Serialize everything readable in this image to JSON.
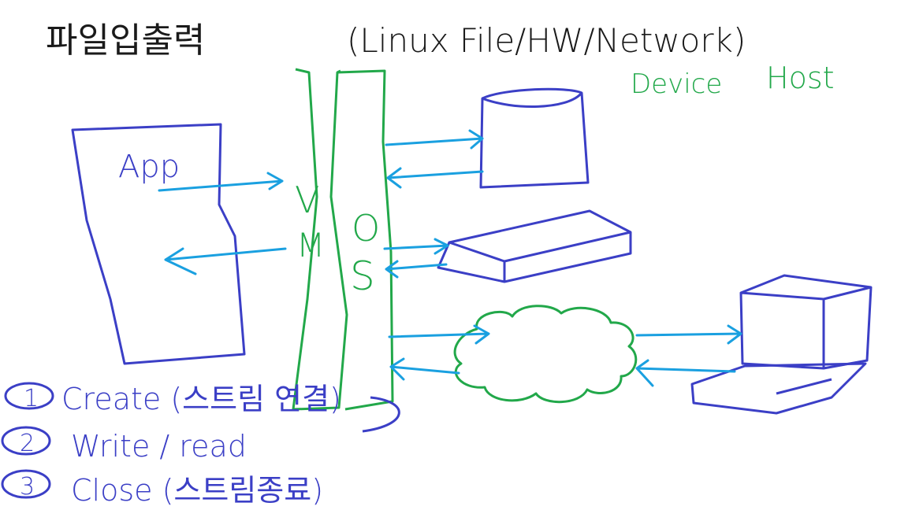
{
  "title": "파일입출력",
  "subtitle": "(Linux File/HW/Network)",
  "labels": {
    "device": "Device",
    "host": "Host",
    "app": "App",
    "vm_v": "V",
    "vm_m": "M",
    "os_o": "O",
    "os_s": "S"
  },
  "steps": [
    {
      "number": "1",
      "text": "Create (스트림 연결)"
    },
    {
      "number": "2",
      "text": "Write / read"
    },
    {
      "number": "3",
      "text": "Close (스트림종료)"
    }
  ],
  "colors": {
    "ink_black": "#1a1a1a",
    "ink_blue": "#3b3fc6",
    "ink_green": "#22a84a",
    "arrow_cyan": "#1aa0e0"
  }
}
